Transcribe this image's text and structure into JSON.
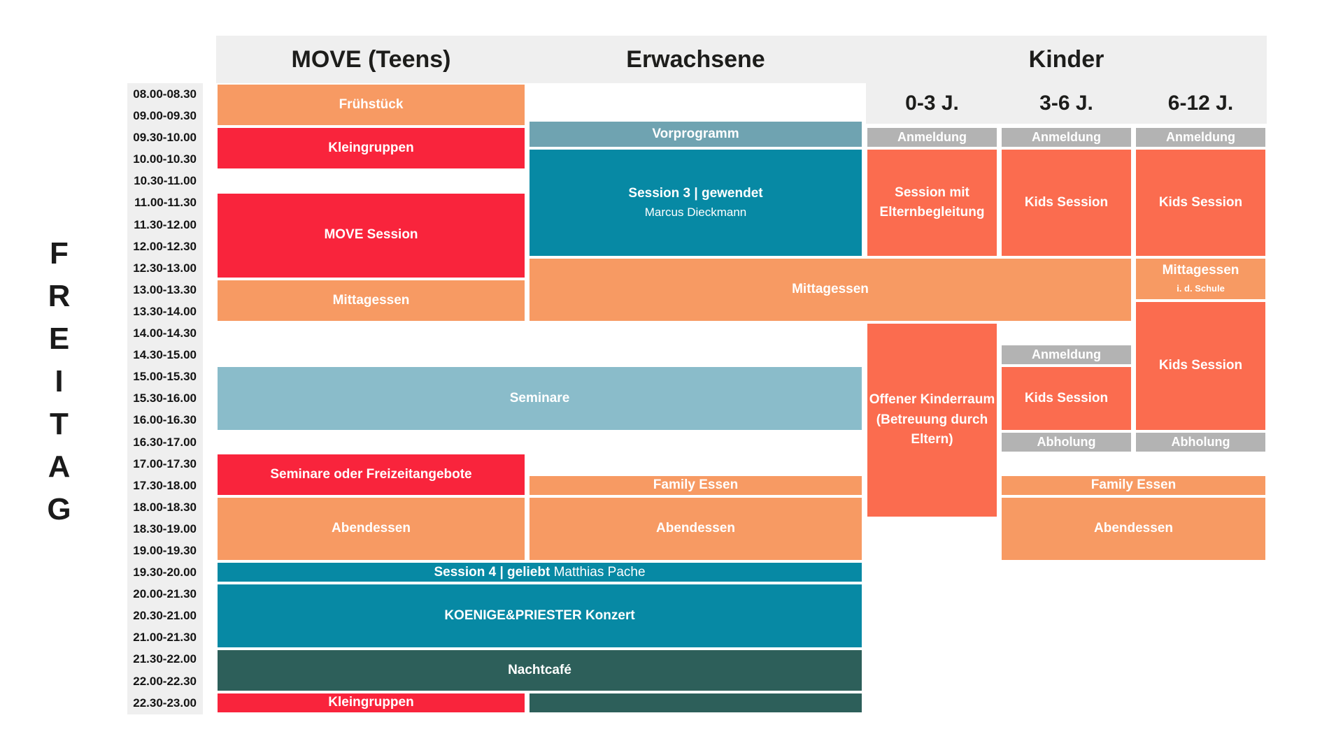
{
  "day": "FREITAG",
  "kinder_label": "Kinder",
  "columns": [
    {
      "id": "time",
      "label": ""
    },
    {
      "id": "move",
      "label": "MOVE (Teens)"
    },
    {
      "id": "erw",
      "label": "Erwachsene"
    },
    {
      "id": "k03",
      "label": "0-3 J."
    },
    {
      "id": "k36",
      "label": "3-6 J."
    },
    {
      "id": "k612",
      "label": "6-12 J."
    }
  ],
  "time_slots": [
    "08.00-08.30",
    "09.00-09.30",
    "09.30-10.00",
    "10.00-10.30",
    "10.30-11.00",
    "11.00-11.30",
    "11.30-12.00",
    "12.00-12.30",
    "12.30-13.00",
    "13.00-13.30",
    "13.30-14.00",
    "14.00-14.30",
    "14.30-15.00",
    "15.00-15.30",
    "15.30-16.00",
    "16.00-16.30",
    "16.30-17.00",
    "17.00-17.30",
    "17.30-18.00",
    "18.00-18.30",
    "18.30-19.00",
    "19.00-19.30",
    "19.30-20.00",
    "20.00-21.30",
    "20.30-21.00",
    "21.00-21.30",
    "21.30-22.00",
    "22.00-22.30",
    "22.30-23.00"
  ],
  "palette": {
    "orange": "#F79A63",
    "red": "#F9243C",
    "coral": "#FB6C4F",
    "teal": "#0789A4",
    "steel": "#6FA3B1",
    "lightblue": "#8ABCCA",
    "darkteal": "#2D5F5A",
    "gray": "#B3B3B3",
    "band": "#EFEFEF"
  },
  "events": [
    {
      "id": "fruehstueck",
      "col_start": "move",
      "col_end": "move",
      "row_start": 0,
      "row_end": 2,
      "color": "orange",
      "lines": [
        {
          "text": "Frühstück"
        }
      ]
    },
    {
      "id": "kleingruppen-vormittag",
      "col_start": "move",
      "col_end": "move",
      "row_start": 2,
      "row_end": 4,
      "color": "red",
      "lines": [
        {
          "text": "Kleingruppen"
        }
      ]
    },
    {
      "id": "move-session",
      "col_start": "move",
      "col_end": "move",
      "row_start": 5,
      "row_end": 9,
      "color": "red",
      "lines": [
        {
          "text": "MOVE Session"
        }
      ]
    },
    {
      "id": "mittagessen-move",
      "col_start": "move",
      "col_end": "move",
      "row_start": 9,
      "row_end": 11,
      "color": "orange",
      "lines": [
        {
          "text": "Mittagessen"
        }
      ]
    },
    {
      "id": "vorprogramm",
      "col_start": "erw",
      "col_end": "erw",
      "row_start": 1.7,
      "row_end": 3,
      "color": "steel",
      "lines": [
        {
          "text": "Vorprogramm"
        }
      ]
    },
    {
      "id": "session-3",
      "col_start": "erw",
      "col_end": "erw",
      "row_start": 3,
      "row_end": 8,
      "color": "teal",
      "lines": [
        {
          "text": "Session 3 | gewendet"
        },
        {
          "text": "Marcus Dieckmann",
          "size": 17,
          "weight": 400
        }
      ]
    },
    {
      "id": "mittagessen-haupt",
      "col_start": "erw",
      "col_end": "k36",
      "row_start": 8,
      "row_end": 11,
      "color": "orange",
      "lines": [
        {
          "text": "Mittagessen"
        }
      ]
    },
    {
      "id": "anmeldung-k03",
      "col_start": "k03",
      "col_end": "k03",
      "row_start": 2,
      "row_end": 3,
      "color": "gray",
      "lines": [
        {
          "text": "Anmeldung",
          "size": 18,
          "weight": 600
        }
      ]
    },
    {
      "id": "anmeldung-k36",
      "col_start": "k36",
      "col_end": "k36",
      "row_start": 2,
      "row_end": 3,
      "color": "gray",
      "lines": [
        {
          "text": "Anmeldung",
          "size": 18,
          "weight": 600
        }
      ]
    },
    {
      "id": "anmeldung-k612",
      "col_start": "k612",
      "col_end": "k612",
      "row_start": 2,
      "row_end": 3,
      "color": "gray",
      "lines": [
        {
          "text": "Anmeldung",
          "size": 18,
          "weight": 600
        }
      ]
    },
    {
      "id": "session-mit-elternbegleitung",
      "col_start": "k03",
      "col_end": "k03",
      "row_start": 3,
      "row_end": 8,
      "color": "coral",
      "lines": [
        {
          "text": "Session mit"
        },
        {
          "text": "Elternbegleitung"
        }
      ]
    },
    {
      "id": "kids-session-k36-1",
      "col_start": "k36",
      "col_end": "k36",
      "row_start": 3,
      "row_end": 8,
      "color": "coral",
      "lines": [
        {
          "text": "Kids Session"
        }
      ]
    },
    {
      "id": "kids-session-k612-1",
      "col_start": "k612",
      "col_end": "k612",
      "row_start": 3,
      "row_end": 8,
      "color": "coral",
      "lines": [
        {
          "text": "Kids Session"
        }
      ]
    },
    {
      "id": "mittagessen-schule",
      "col_start": "k612",
      "col_end": "k612",
      "row_start": 8,
      "row_end": 10,
      "color": "orange",
      "lines": [
        {
          "text": "Mittagessen"
        },
        {
          "text": "i. d. Schule",
          "size": 13
        }
      ]
    },
    {
      "id": "kids-session-k612-2",
      "col_start": "k612",
      "col_end": "k612",
      "row_start": 10,
      "row_end": 16,
      "color": "coral",
      "lines": [
        {
          "text": "Kids Session"
        }
      ]
    },
    {
      "id": "offener-kinderraum",
      "col_start": "k03",
      "col_end": "k03",
      "row_start": 11,
      "row_end": 20,
      "color": "coral",
      "lines": [
        {
          "text": "Offener Kinderraum"
        },
        {
          "text": "(Betreuung durch"
        },
        {
          "text": "Eltern)"
        }
      ]
    },
    {
      "id": "anmeldung-k36-2",
      "col_start": "k36",
      "col_end": "k36",
      "row_start": 12,
      "row_end": 13,
      "color": "gray",
      "lines": [
        {
          "text": "Anmeldung",
          "size": 18,
          "weight": 600
        }
      ]
    },
    {
      "id": "kids-session-k36-2",
      "col_start": "k36",
      "col_end": "k36",
      "row_start": 13,
      "row_end": 16,
      "color": "coral",
      "lines": [
        {
          "text": "Kids Session"
        }
      ]
    },
    {
      "id": "abholung-k36",
      "col_start": "k36",
      "col_end": "k36",
      "row_start": 16,
      "row_end": 17,
      "color": "gray",
      "lines": [
        {
          "text": "Abholung",
          "size": 18,
          "weight": 600
        }
      ]
    },
    {
      "id": "abholung-k612",
      "col_start": "k612",
      "col_end": "k612",
      "row_start": 16,
      "row_end": 17,
      "color": "gray",
      "lines": [
        {
          "text": "Abholung",
          "size": 18,
          "weight": 600
        }
      ]
    },
    {
      "id": "seminare",
      "col_start": "move",
      "col_end": "erw",
      "row_start": 13,
      "row_end": 16,
      "color": "lightblue",
      "lines": [
        {
          "text": "Seminare"
        }
      ]
    },
    {
      "id": "seminare-oder-freizeitangebote",
      "col_start": "move",
      "col_end": "move",
      "row_start": 17,
      "row_end": 19,
      "color": "red",
      "lines": [
        {
          "text": "Seminare oder Freizeitangebote"
        }
      ]
    },
    {
      "id": "family-essen-erw",
      "col_start": "erw",
      "col_end": "erw",
      "row_start": 18,
      "row_end": 19,
      "color": "orange",
      "lines": [
        {
          "text": "Family Essen"
        }
      ]
    },
    {
      "id": "family-essen-kinder",
      "col_start": "k36",
      "col_end": "k612",
      "row_start": 18,
      "row_end": 19,
      "color": "orange",
      "lines": [
        {
          "text": "Family Essen"
        }
      ]
    },
    {
      "id": "abendessen-move",
      "col_start": "move",
      "col_end": "move",
      "row_start": 19,
      "row_end": 22,
      "color": "orange",
      "lines": [
        {
          "text": "Abendessen"
        }
      ]
    },
    {
      "id": "abendessen-erw",
      "col_start": "erw",
      "col_end": "erw",
      "row_start": 19,
      "row_end": 22,
      "color": "orange",
      "lines": [
        {
          "text": "Abendessen"
        }
      ]
    },
    {
      "id": "abendessen-kinder",
      "col_start": "k36",
      "col_end": "k612",
      "row_start": 19,
      "row_end": 22,
      "color": "orange",
      "lines": [
        {
          "text": "Abendessen"
        }
      ]
    },
    {
      "id": "session-4",
      "col_start": "move",
      "col_end": "erw",
      "row_start": 22,
      "row_end": 23,
      "color": "teal",
      "lines": [
        {
          "spans": [
            {
              "text": "Session 4 | geliebt ",
              "size": 19,
              "weight": 700
            },
            {
              "text": "Matthias Pache",
              "size": 19,
              "weight": 400
            }
          ]
        }
      ]
    },
    {
      "id": "koenige-priester-konzert",
      "col_start": "move",
      "col_end": "erw",
      "row_start": 23,
      "row_end": 26,
      "color": "teal",
      "lines": [
        {
          "text": "KOENIGE&PRIESTER Konzert"
        }
      ]
    },
    {
      "id": "nachtcafe",
      "col_start": "move",
      "col_end": "erw",
      "row_start": 26,
      "row_end": 28,
      "color": "darkteal",
      "lines": [
        {
          "text": "Nachtcafé"
        }
      ]
    },
    {
      "id": "nachtcafe-fortsetzung",
      "col_start": "erw",
      "col_end": "erw",
      "row_start": 28,
      "row_end": 29,
      "color": "darkteal",
      "lines": []
    },
    {
      "id": "kleingruppen-abend",
      "col_start": "move",
      "col_end": "move",
      "row_start": 28,
      "row_end": 29,
      "color": "red",
      "lines": [
        {
          "text": "Kleingruppen"
        }
      ]
    }
  ]
}
